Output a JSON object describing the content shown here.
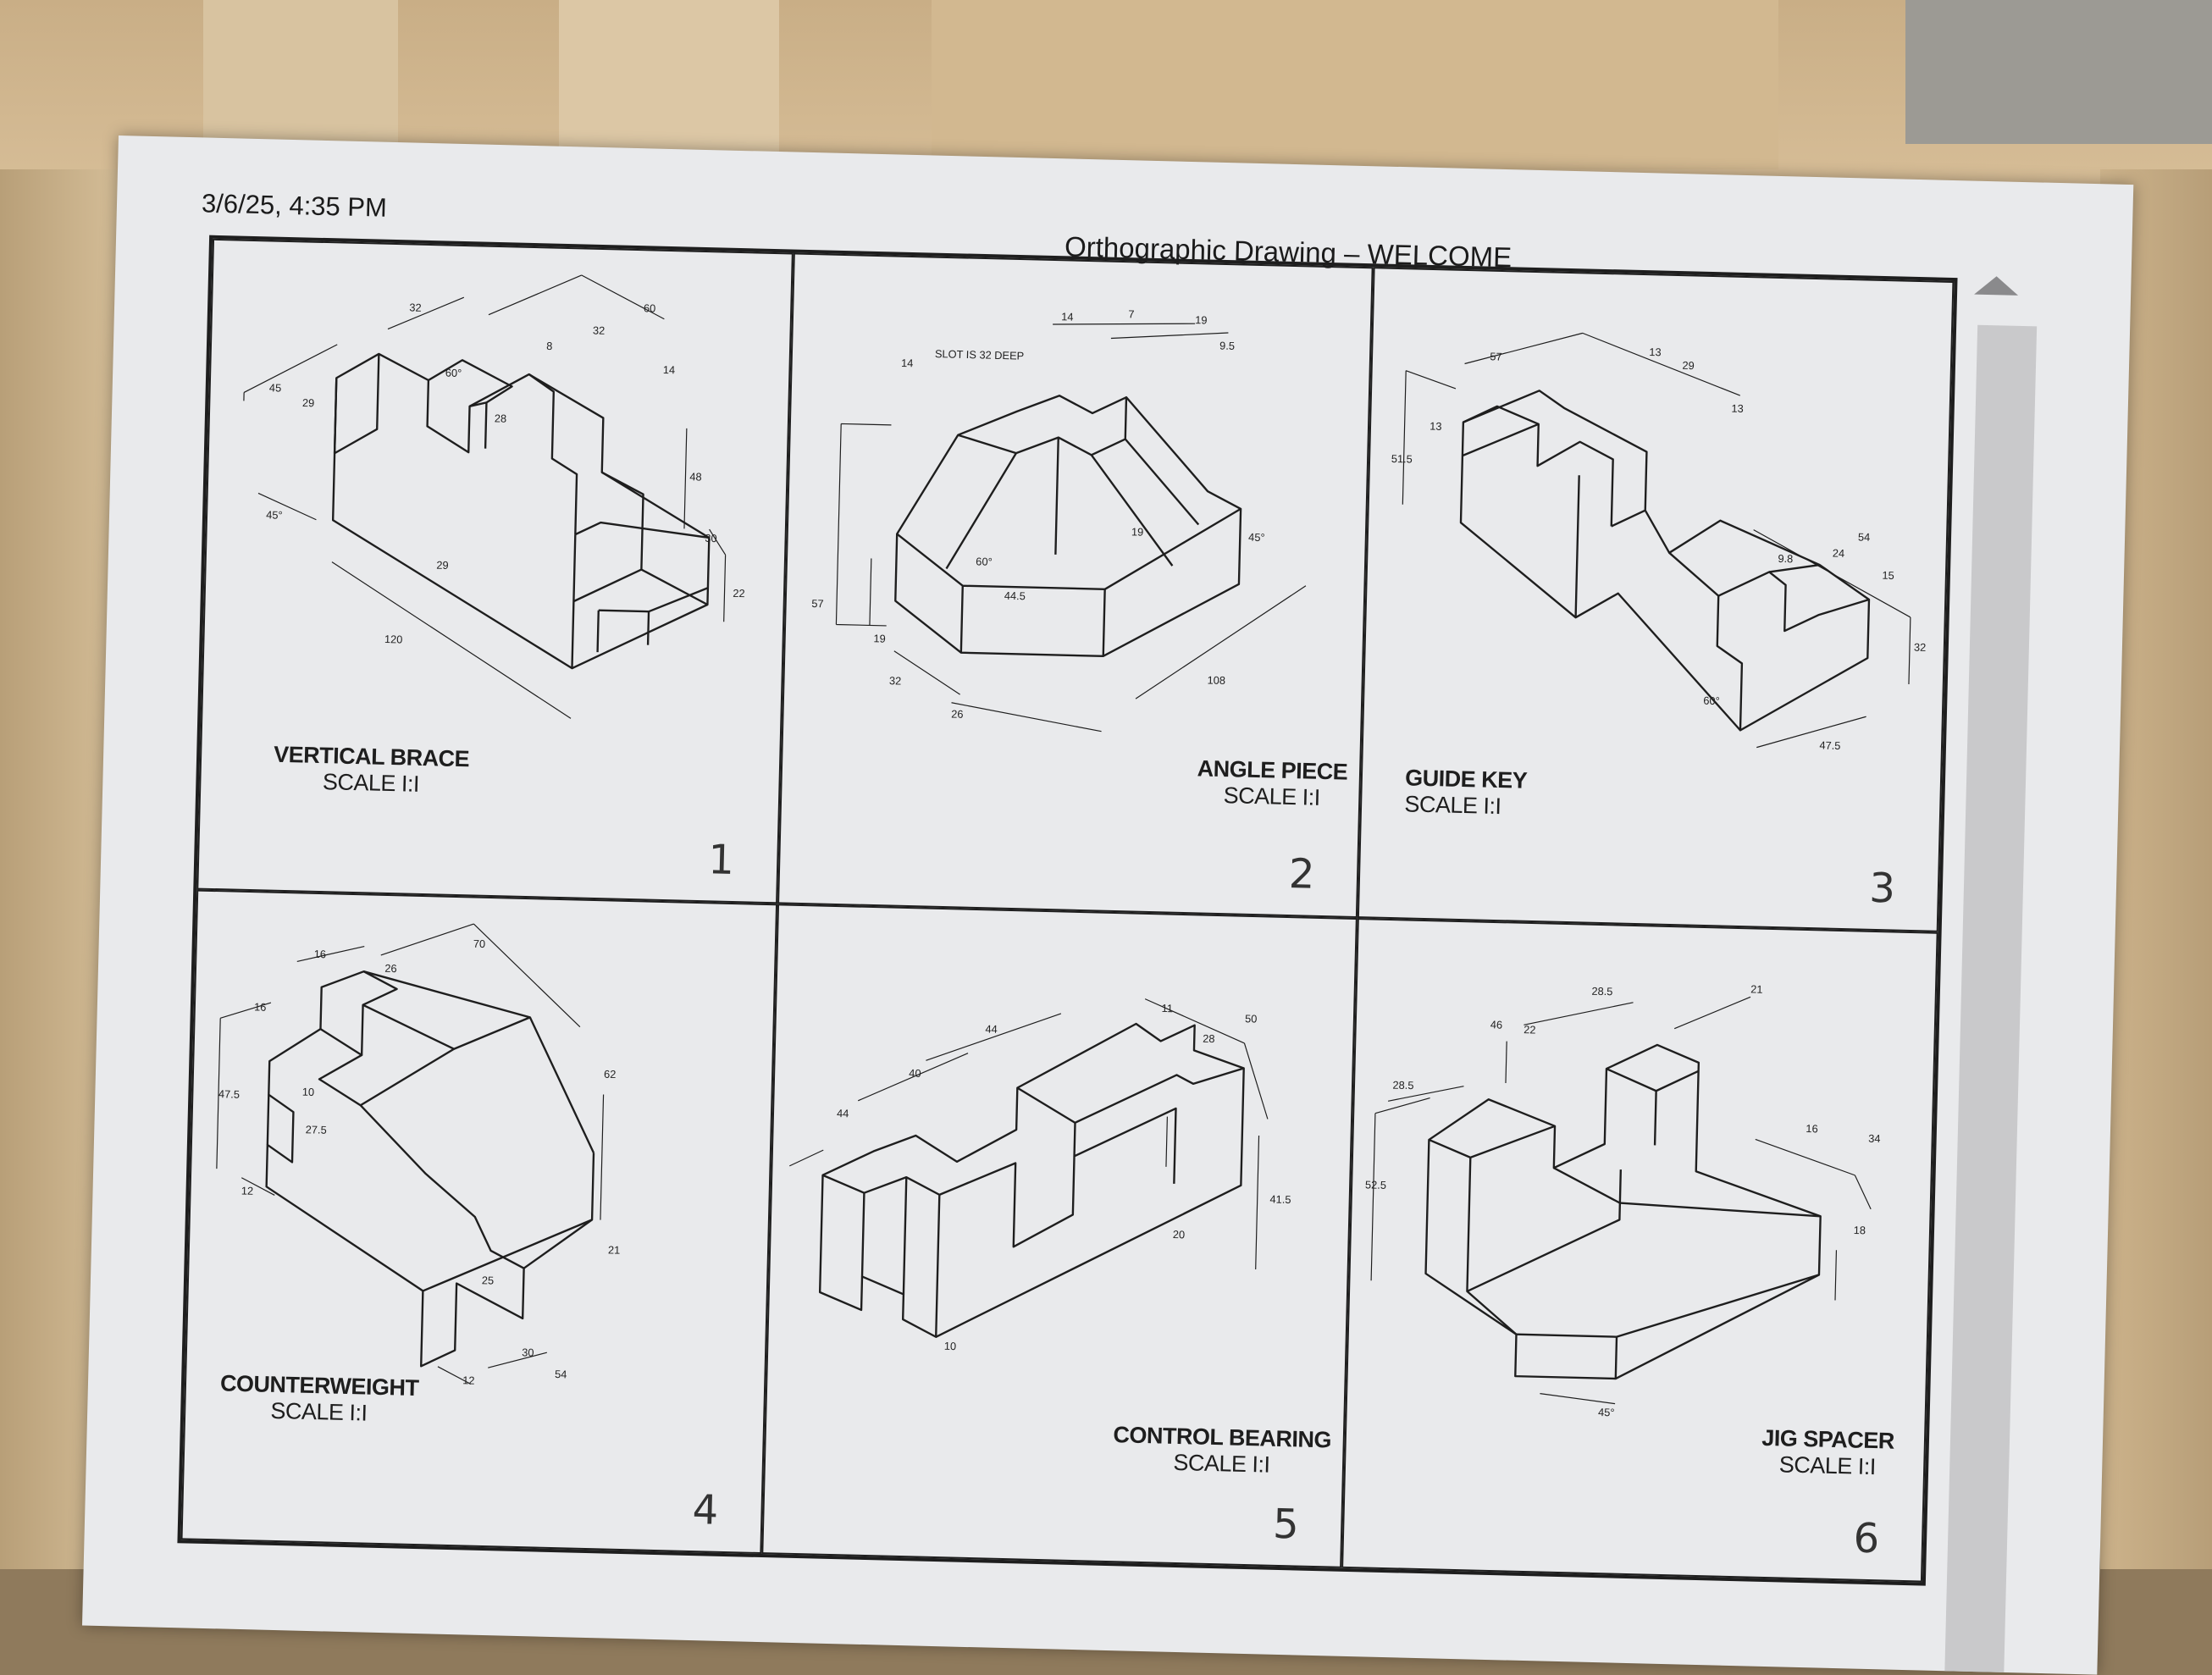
{
  "page": {
    "timestamp": "3/6/25, 4:35 PM",
    "title": "Orthographic Drawing – WELCOME"
  },
  "panels": [
    {
      "name": "VERTICAL BRACE",
      "scale": "SCALE I:I",
      "number": "1",
      "dims": [
        "32",
        "60",
        "32",
        "45",
        "29",
        "60°",
        "28",
        "8",
        "14",
        "48",
        "30",
        "22",
        "45°",
        "29",
        "120"
      ]
    },
    {
      "name": "ANGLE PIECE",
      "scale": "SCALE I:I",
      "number": "2",
      "note": "SLOT IS 32 DEEP",
      "dims": [
        "14",
        "7",
        "19",
        "9.5",
        "14",
        "19",
        "45°",
        "60°",
        "44.5",
        "57",
        "19",
        "32",
        "26",
        "108"
      ]
    },
    {
      "name": "GUIDE KEY",
      "scale": "SCALE I:I",
      "number": "3",
      "dims": [
        "57",
        "13",
        "29",
        "13",
        "13",
        "51.5",
        "54",
        "9.8",
        "24",
        "15",
        "32",
        "60°",
        "47.5"
      ]
    },
    {
      "name": "COUNTERWEIGHT",
      "scale": "SCALE I:I",
      "number": "4",
      "dims": [
        "16",
        "26",
        "70",
        "16",
        "47.5",
        "10",
        "27.5",
        "62",
        "12",
        "21",
        "25",
        "30",
        "12",
        "54"
      ]
    },
    {
      "name": "CONTROL BEARING",
      "scale": "SCALE I:I",
      "number": "5",
      "dims": [
        "44",
        "11",
        "50",
        "28",
        "40",
        "44",
        "41.5",
        "20",
        "10"
      ]
    },
    {
      "name": "JIG SPACER",
      "scale": "SCALE I:I",
      "number": "6",
      "dims": [
        "28.5",
        "21",
        "46",
        "22",
        "28.5",
        "16",
        "34",
        "52.5",
        "18",
        "45°"
      ]
    }
  ]
}
